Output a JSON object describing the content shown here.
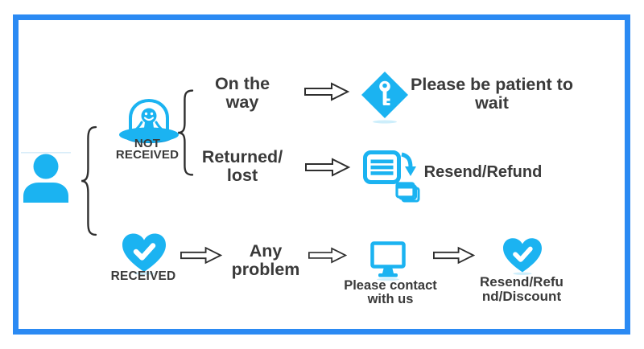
{
  "flowchart": {
    "colors": {
      "frame": "#2b8af3",
      "icon": "#1bb3f1",
      "icon_shade": "#0b95d6",
      "text": "#3a3a3a",
      "connector": "#2f2f2f",
      "shadow": "#cdeefb"
    },
    "customer": {
      "icon": "person"
    },
    "states": [
      {
        "id": "not_received",
        "label": "NOT\nRECEIVED",
        "icon": "alien-ufo"
      },
      {
        "id": "received",
        "label": "RECEIVED",
        "icon": "heart-check"
      }
    ],
    "cases": [
      {
        "condition": "On the\nway",
        "outcome": "Please be patient to\nwait",
        "outcome_icon": "key-diamond"
      },
      {
        "condition": "Returned/\nlost",
        "outcome": "Resend/Refund",
        "outcome_icon": "documents-transfer"
      },
      {
        "condition": "Any\nproblem",
        "step": "Please contact\nwith us",
        "step_icon": "monitor",
        "outcome": "Resend/Refu\nnd/Discount",
        "outcome_icon": "heart-check"
      }
    ]
  }
}
